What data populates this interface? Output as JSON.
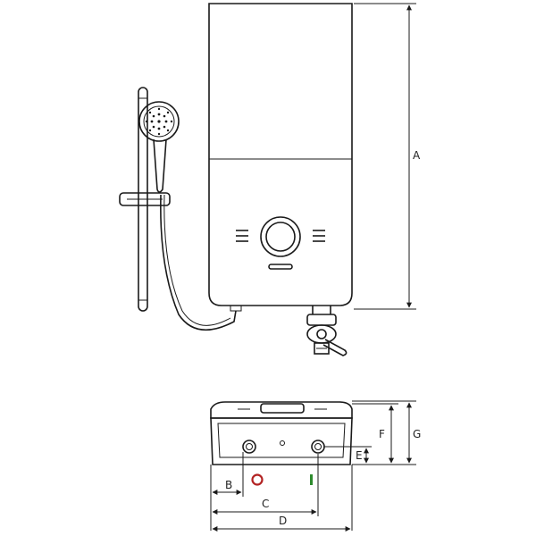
{
  "dimensions": {
    "A": "A",
    "B": "B",
    "C": "C",
    "D": "D",
    "E": "E",
    "F": "F",
    "G": "G"
  },
  "inlet_markers": {
    "hot": "O",
    "cold": "I"
  },
  "colors": {
    "line": "#1a1a1a",
    "hot_marker": "#b22222",
    "cold_marker": "#2e8b2e"
  }
}
